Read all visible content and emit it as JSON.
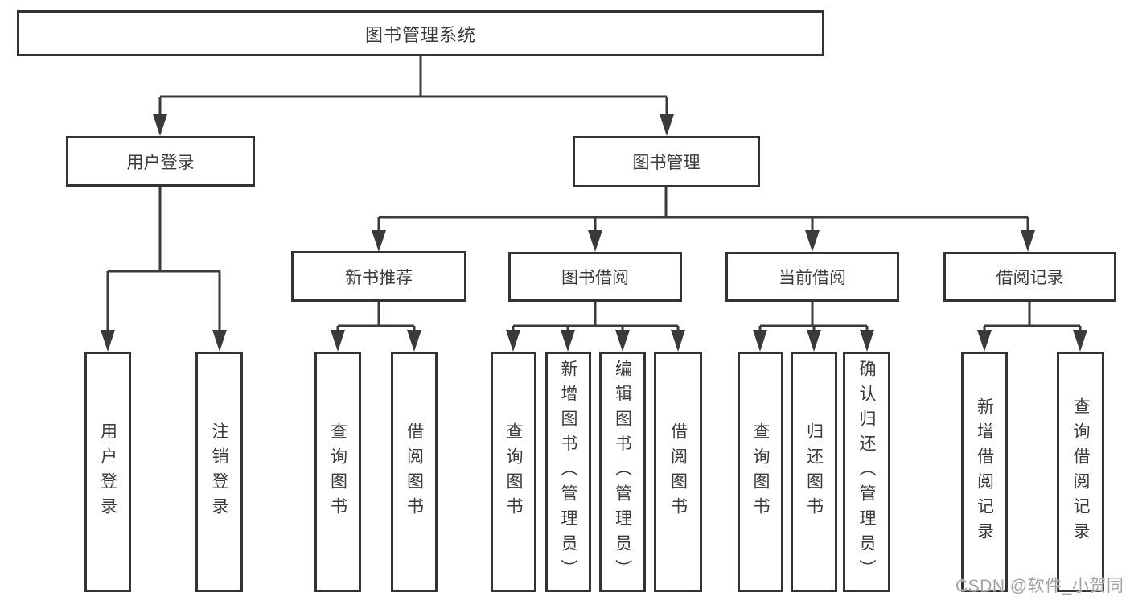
{
  "root": {
    "label": "图书管理系统"
  },
  "login_branch": {
    "label": "用户登录",
    "leaves": [
      "用户登录",
      "注销登录"
    ]
  },
  "management_branch": {
    "label": "图书管理"
  },
  "modules": [
    {
      "label": "新书推荐",
      "leaves": [
        "查询图书",
        "借阅图书"
      ]
    },
    {
      "label": "图书借阅",
      "leaves": [
        "查询图书",
        "新增图书（管理员）",
        "编辑图书（管理员）",
        "借阅图书"
      ]
    },
    {
      "label": "当前借阅",
      "leaves": [
        "查询图书",
        "归还图书",
        "确认归还（管理员）"
      ]
    },
    {
      "label": "借阅记录",
      "leaves": [
        "新增借阅记录",
        "查询借阅记录"
      ]
    }
  ],
  "watermark": "CSDN @软件_小贺同学",
  "colors": {
    "line": "#3a3a3a",
    "box_border": "#333333",
    "text": "#3b3b3f",
    "watermark": "#a2a2a2",
    "background": "#ffffff"
  }
}
